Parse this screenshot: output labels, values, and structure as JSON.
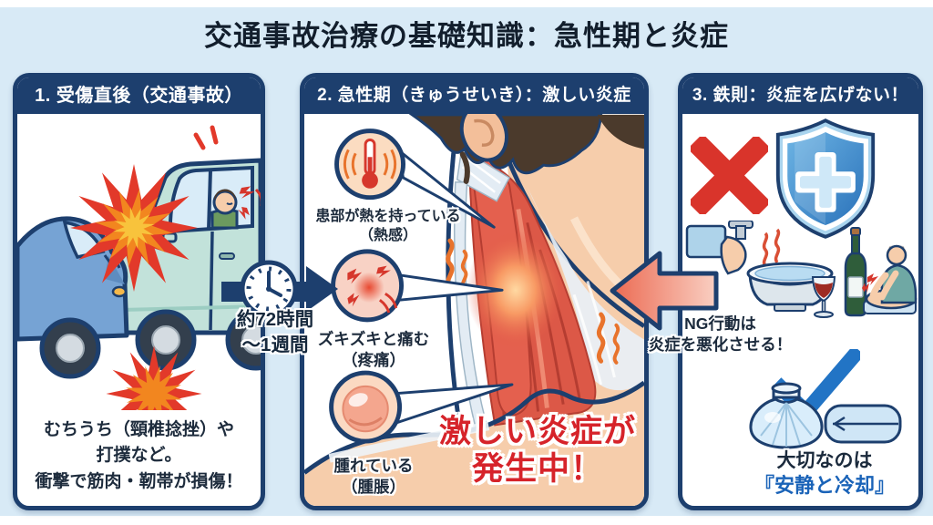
{
  "title": "交通事故治療の基礎知識：急性期と炎症",
  "panel1": {
    "header": "1. 受傷直後（交通事故）",
    "caption_line1": "むちうち（頸椎捻挫）や",
    "caption_line2": "打撲など。",
    "caption_line3": "衝撃で筋肉・靭帯が損傷！"
  },
  "connector": {
    "time_line1": "約72時間",
    "time_line2": "〜1週間"
  },
  "panel2": {
    "header": "2. 急性期（きゅうせいき）：激しい炎症",
    "symptoms": [
      {
        "icon": "thermometer-heat-icon",
        "label_line1": "患部が熱を持っている",
        "label_line2": "（熱感）"
      },
      {
        "icon": "throbbing-pain-icon",
        "label_line1": "ズキズキと痛む",
        "label_line2": "（疼痛）"
      },
      {
        "icon": "swelling-icon",
        "label_line1": "腫れている",
        "label_line2": "（腫脹）"
      }
    ],
    "alert_line1": "激しい炎症が",
    "alert_line2": "発生中！"
  },
  "panel3": {
    "header": "3. 鉄則：炎症を広げない！",
    "ng_line1": "NG行動は",
    "ng_line2": "炎症を悪化させる！",
    "ok_line1": "大切なのは",
    "ok_line2": "『安静と冷却』",
    "icons": [
      "cross-x-icon",
      "medical-shield-icon",
      "bath-icon",
      "alcohol-icon",
      "massage-icon",
      "checkmark-icon",
      "ice-pack-icon",
      "towel-icon"
    ]
  },
  "colors": {
    "navy": "#1d3f6e",
    "page_bg": "#d8eaf6",
    "alert_red": "#d6232a",
    "ng_red": "#d9342b",
    "ok_blue": "#1a63b8",
    "arrow_salmon": "#ec6a52",
    "skin": "#f6cdab",
    "muscle_red": "#dc5847"
  }
}
